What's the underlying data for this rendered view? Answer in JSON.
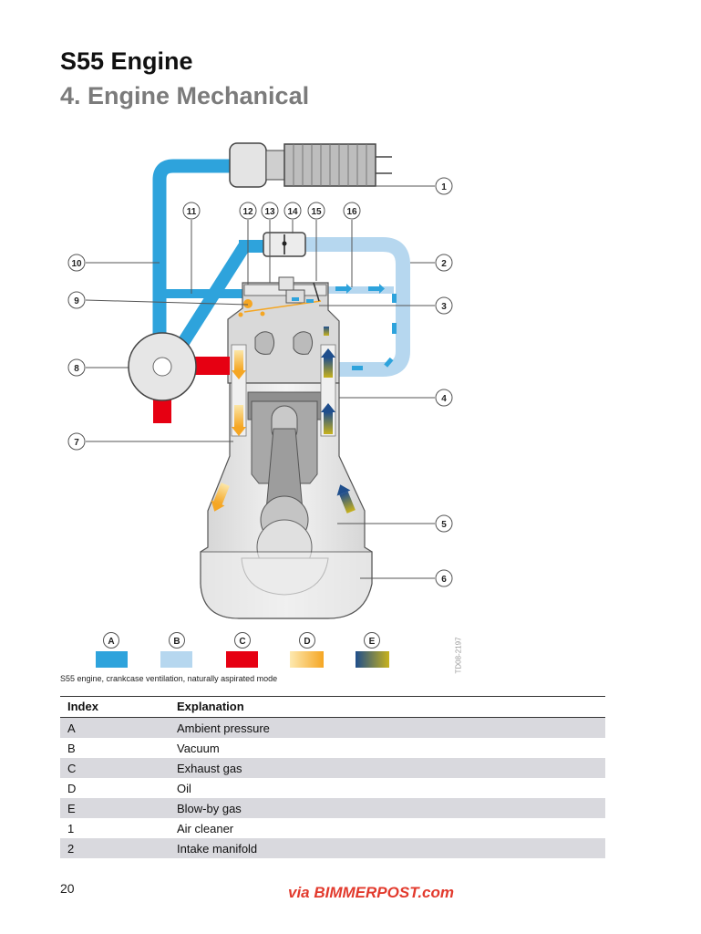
{
  "header": {
    "title": "S55 Engine",
    "subtitle": "4. Engine Mechanical"
  },
  "diagram": {
    "callouts": [
      "1",
      "2",
      "3",
      "4",
      "5",
      "6",
      "7",
      "8",
      "9",
      "10",
      "11",
      "12",
      "13",
      "14",
      "15",
      "16"
    ],
    "legend_letters": [
      "A",
      "B",
      "C",
      "D",
      "E"
    ],
    "legend_colors": {
      "A": "#2ea3dc",
      "B": "#b6d7ef",
      "C": "#e60012",
      "D": "#f7a823",
      "E": "#1f4e8c"
    },
    "reference": "TD08-2197",
    "caption": "S55 engine, crankcase ventilation, naturally aspirated mode"
  },
  "table": {
    "headers": [
      "Index",
      "Explanation"
    ],
    "rows": [
      [
        "A",
        "Ambient pressure"
      ],
      [
        "B",
        "Vacuum"
      ],
      [
        "C",
        "Exhaust gas"
      ],
      [
        "D",
        "Oil"
      ],
      [
        "E",
        "Blow-by gas"
      ],
      [
        "1",
        "Air cleaner"
      ],
      [
        "2",
        "Intake manifold"
      ]
    ]
  },
  "footer": {
    "page_number": "20",
    "watermark": "via BIMMERPOST.com"
  }
}
